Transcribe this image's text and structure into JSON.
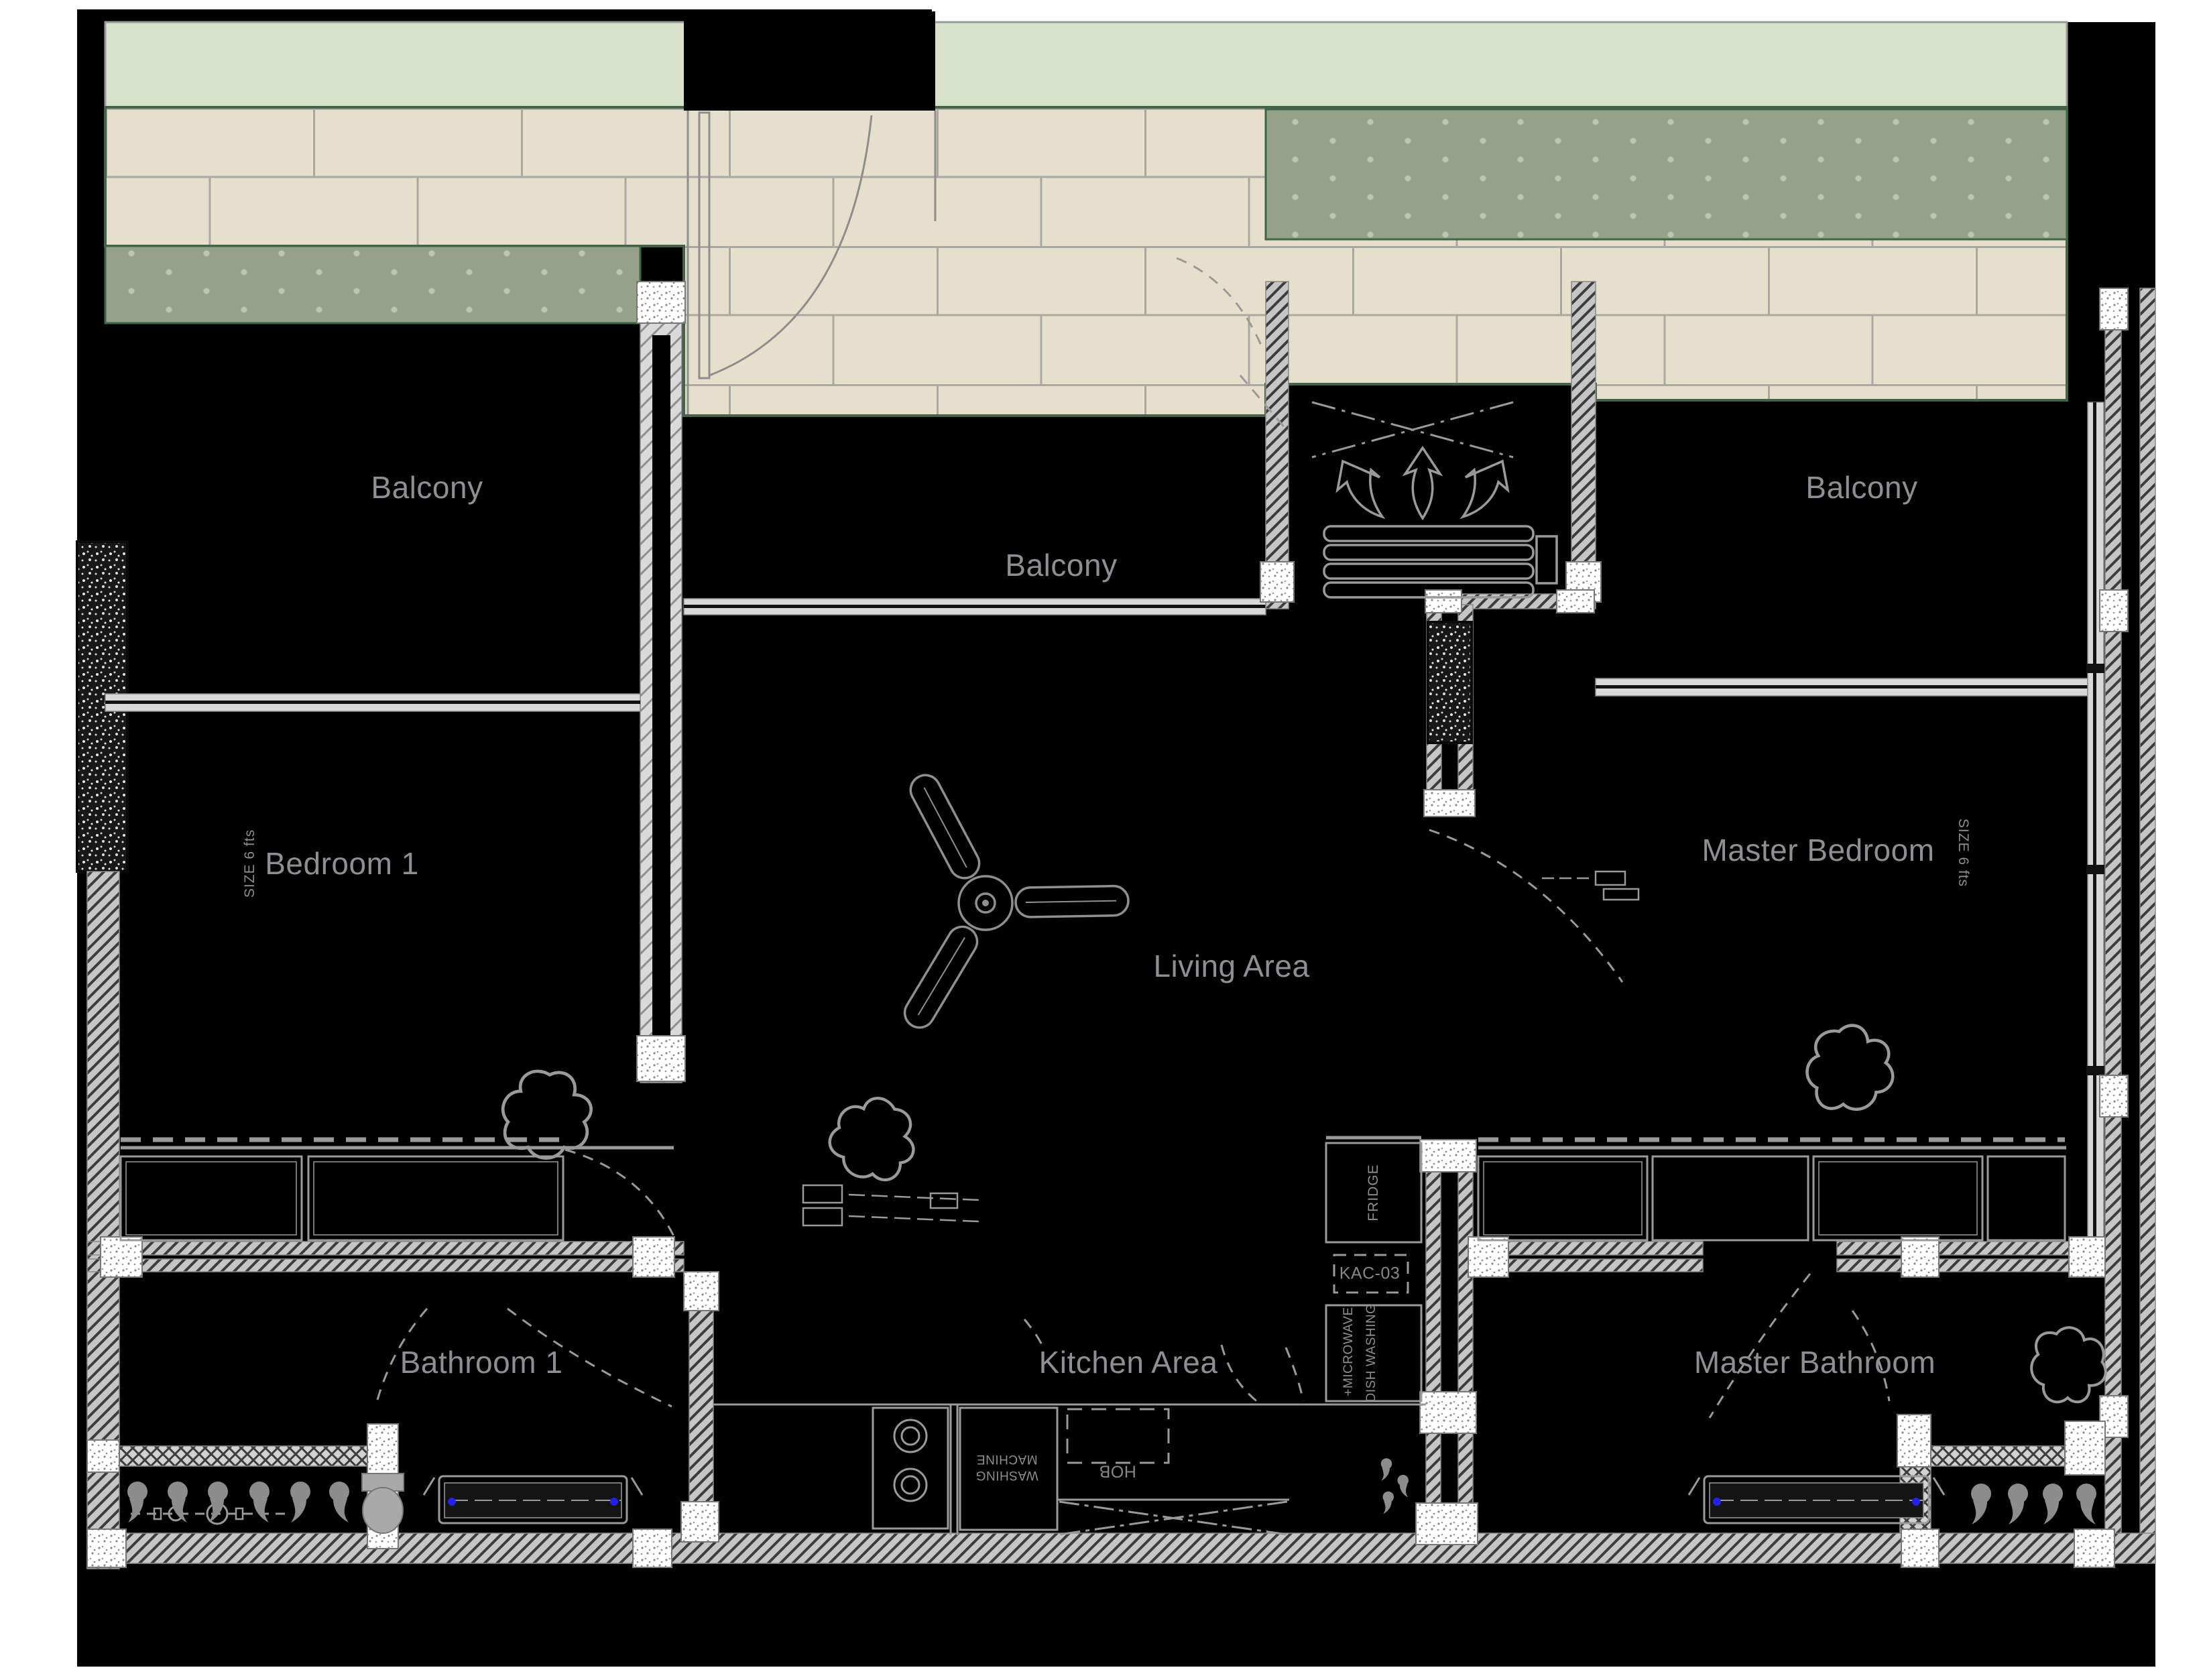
{
  "plan": {
    "rooms": {
      "balcony_left": "Balcony",
      "balcony_center": "Balcony",
      "balcony_right": "Balcony",
      "bedroom1": "Bedroom 1",
      "master_bedroom": "Master Bedroom",
      "living_area": "Living Area",
      "bathroom1": "Bathroom 1",
      "kitchen_area": "Kitchen Area",
      "master_bathroom": "Master Bathroom"
    },
    "annotations": {
      "bedroom1_size": "SIZE 6 fts",
      "master_bedroom_size": "SIZE 6 fts",
      "fridge": "FRIDGE",
      "unit_code": "KAC-03",
      "microwave": "+MICROWAVE",
      "dish_washing": "DISH WASHING",
      "washing_machine": "WASHING MACHINE",
      "hob": "HOB"
    },
    "colors": {
      "floor_black": "#000000",
      "tile_beige": "#e6dfcc",
      "tile_grout": "#a9a8a2",
      "lawn_light_green": "#d6e3c9",
      "lawn_dark_green": "#95a287",
      "green_edge": "#3f6547",
      "wall_gray": "#c6c6c6",
      "label_gray": "#8f8f93",
      "fixture_blue": "#2222ee"
    }
  }
}
